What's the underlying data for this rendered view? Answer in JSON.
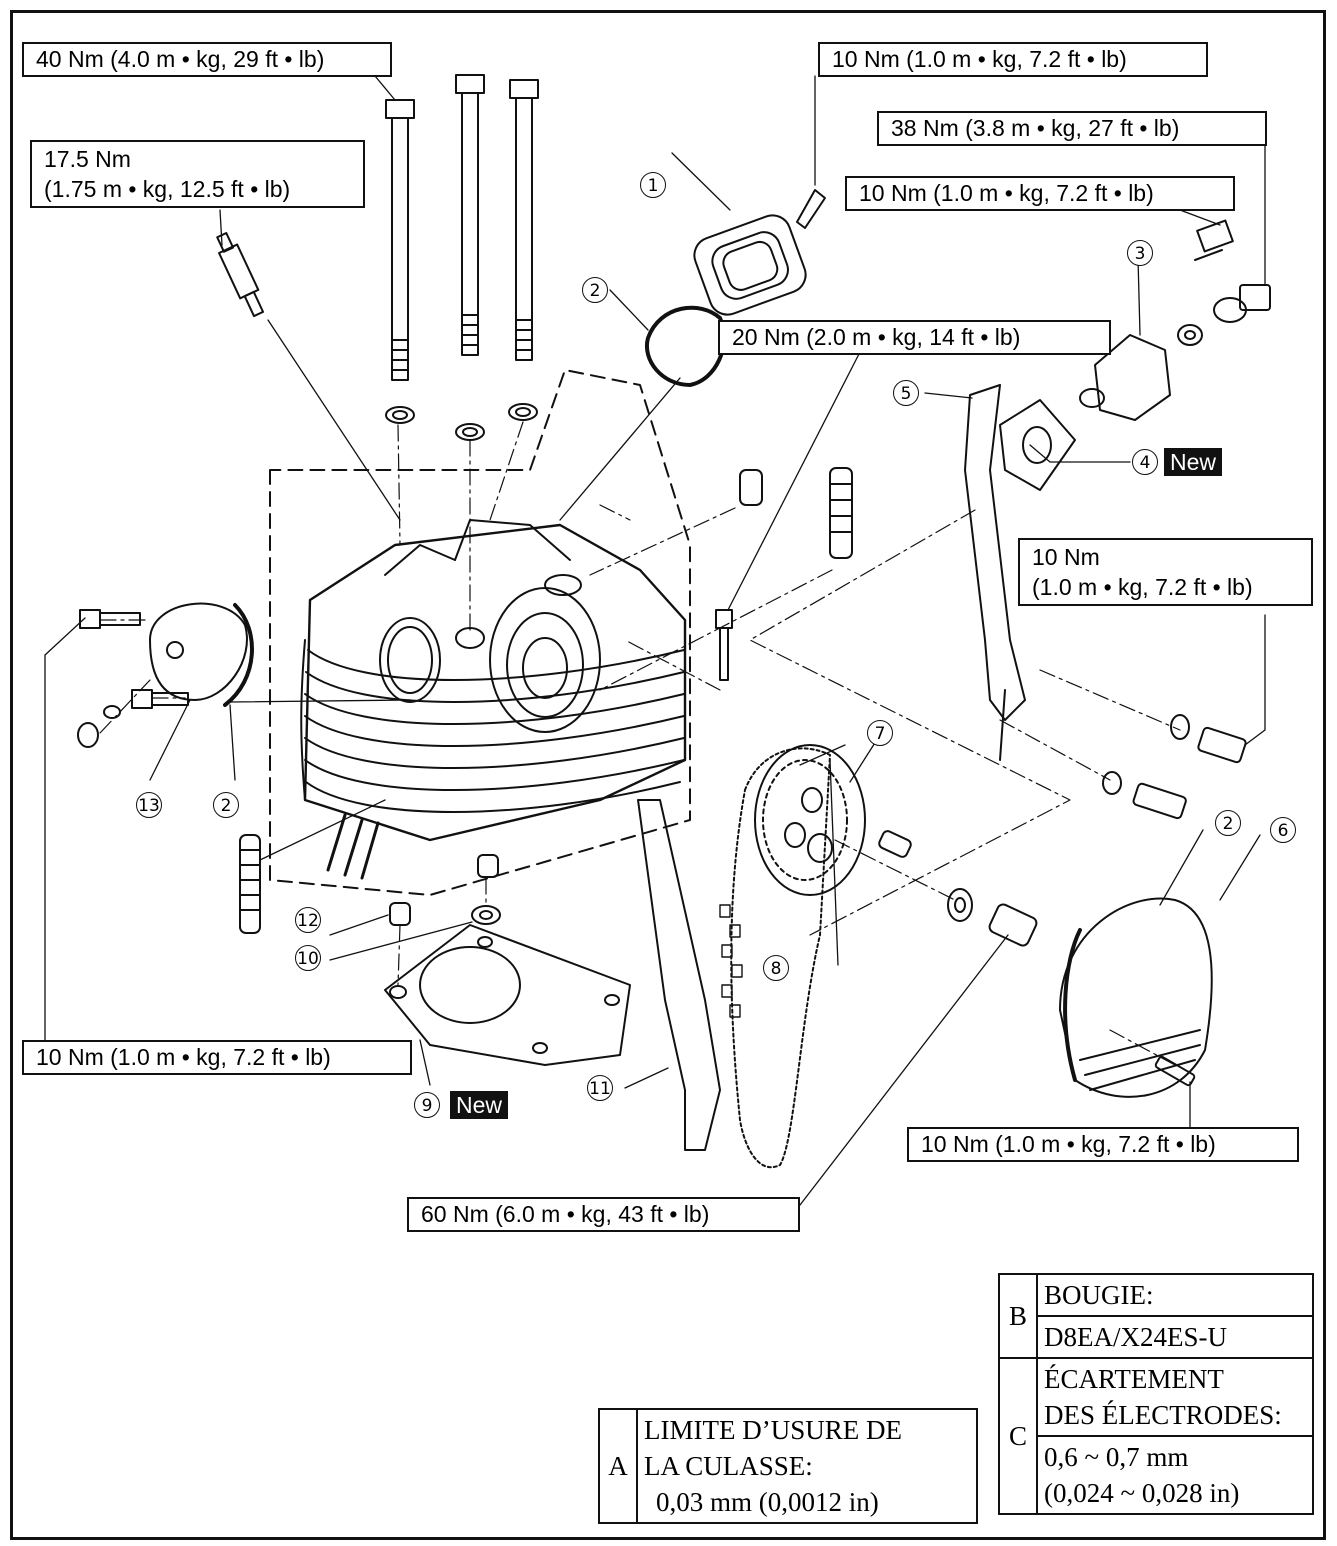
{
  "torque_labels": {
    "t40": "40 Nm (4.0 m • kg, 29 ft • lb)",
    "t17_line1": "17.5 Nm",
    "t17_line2": "(1.75 m • kg, 12.5 ft • lb)",
    "t10_top": "10 Nm (1.0 m • kg, 7.2 ft • lb)",
    "t38": "38 Nm (3.8 m • kg, 27 ft • lb)",
    "t10_tensioner": "10 Nm (1.0 m • kg, 7.2 ft • lb)",
    "t20": "20 Nm (2.0 m • kg, 14 ft • lb)",
    "t10_guide_line1": "10 Nm",
    "t10_guide_line2": "(1.0 m • kg, 7.2 ft • lb)",
    "t10_left": "10 Nm (1.0 m • kg, 7.2 ft • lb)",
    "t10_cover": "10 Nm (1.0 m • kg, 7.2 ft • lb)",
    "t60": "60 Nm (6.0 m • kg, 43 ft • lb)"
  },
  "part_numbers": {
    "p1": "1",
    "p2a": "2",
    "p2b": "2",
    "p2c": "2",
    "p3": "3",
    "p4": "4",
    "p5": "5",
    "p6": "6",
    "p7": "7",
    "p8": "8",
    "p9": "9",
    "p10": "10",
    "p11": "11",
    "p12": "12",
    "p13": "13"
  },
  "new_tags": {
    "n4": "New",
    "n9": "New"
  },
  "spec_a": {
    "key": "A",
    "line1": "LIMITE D’USURE DE",
    "line2": "LA CULASSE:",
    "line3": "0,03 mm (0,0012 in)"
  },
  "spec_bc": {
    "key_b": "B",
    "b_label": "BOUGIE:",
    "b_value": "D8EA/X24ES-U",
    "key_c": "C",
    "c_label1": "ÉCARTEMENT",
    "c_label2": "DES ÉLECTRODES:",
    "c_value1": "0,6 ~ 0,7 mm",
    "c_value2": "(0,024 ~ 0,028 in)"
  }
}
